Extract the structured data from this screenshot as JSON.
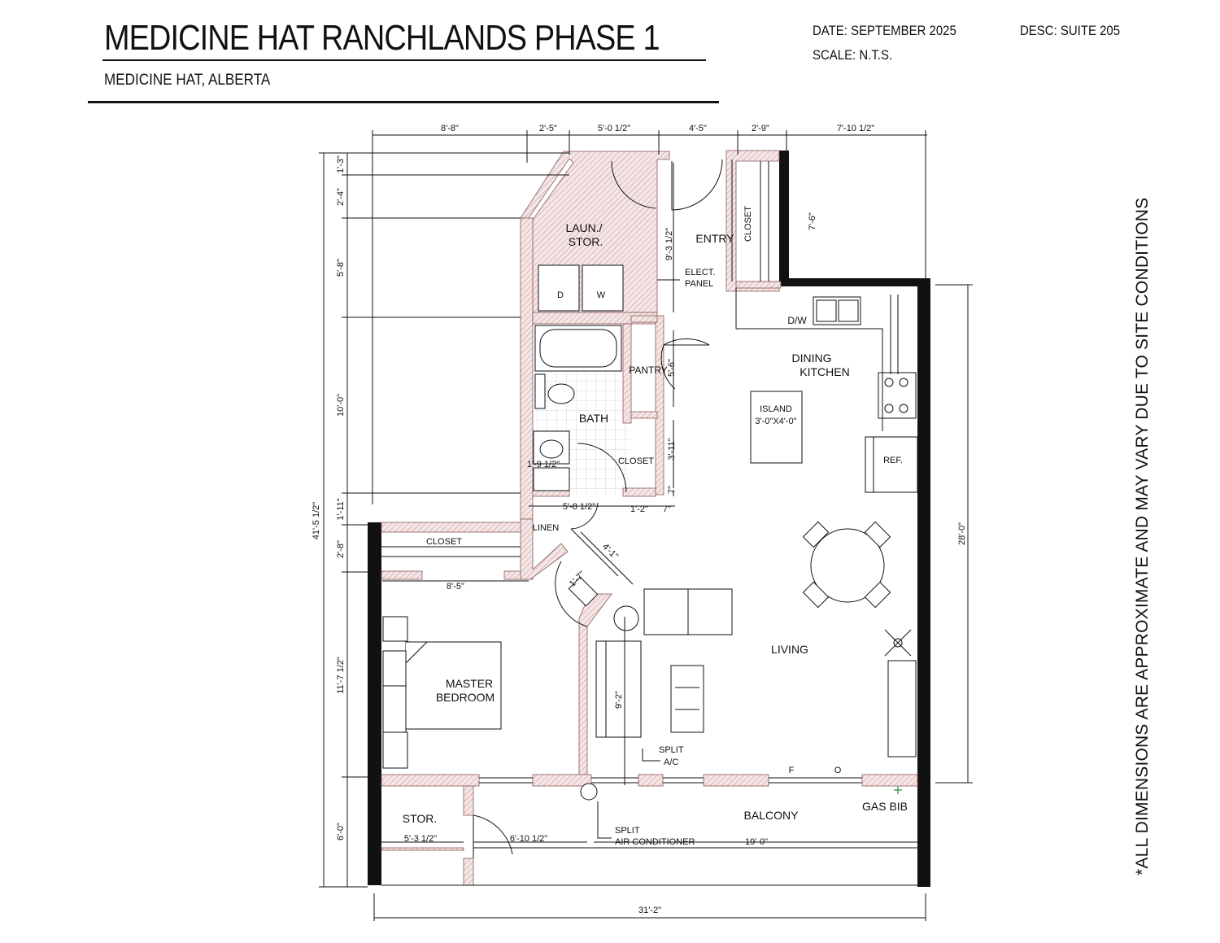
{
  "header": {
    "title": "MEDICINE HAT RANCHLANDS PHASE 1",
    "subtitle": "MEDICINE HAT, ALBERTA",
    "date": "DATE: SEPTEMBER 2025",
    "scale": "SCALE: N.T.S.",
    "desc": "DESC: SUITE 205"
  },
  "note": "*ALL DIMENSIONS ARE APPROXIMATE AND MAY VARY DUE TO SITE CONDITIONS",
  "rooms": {
    "laundry_1": "LAUN./",
    "laundry_2": "STOR.",
    "dryer": "D",
    "washer": "W",
    "entry": "ENTRY",
    "closet_entry": "CLOSET",
    "elect_1": "ELECT.",
    "elect_2": "PANEL",
    "dw": "D/W",
    "dining_1": "DINING",
    "dining_2": "KITCHEN",
    "pantry": "PANTRY",
    "bath": "BATH",
    "closet_hall": "CLOSET",
    "island_1": "ISLAND",
    "island_2": "3'-0\"X4'-0\"",
    "ref": "REF.",
    "linen": "LINEN",
    "closet_bed": "CLOSET",
    "living": "LIVING",
    "master_1": "MASTER",
    "master_2": "BEDROOM",
    "split_1": "SPLIT",
    "split_2": "A/C",
    "fireplace_f": "F",
    "fireplace_o": "O",
    "stor": "STOR.",
    "balcony": "BALCONY",
    "gas_bib": "GAS BIB",
    "split_ac_1": "SPLIT",
    "split_ac_2": "AIR CONDITIONER"
  },
  "dimensions": {
    "top_1": "8'-8\"",
    "top_2": "2'-5\"",
    "top_3": "5'-0 1/2\"",
    "top_4": "4'-5\"",
    "top_5": "2'-9\"",
    "top_6": "7'-10 1/2\"",
    "left_1": "1'-3\"",
    "left_2": "2'-4\"",
    "left_3": "5'-8\"",
    "left_4": "10'-0\"",
    "left_5": "1'-11\"",
    "left_6": "2'-8\"",
    "left_7": "11'-7 1/2\"",
    "left_8": "6'-0\"",
    "left_total": "41'-5 1/2\"",
    "right_total": "28'-0\"",
    "bottom_total": "31'-2\"",
    "entry_7_6": "7'-6\"",
    "laun_9_3": "9'-3 1/2\"",
    "pantry_5_6": "5'-6\"",
    "closet_3_11": "3'-11\"",
    "small_7": "7\"",
    "bath_1_9": "1'-9 1/2\"",
    "bath_5_8": "5'-8 1/2\"",
    "d_1_2": "1'-2\"",
    "d_7": "7\"",
    "hall_4_1": "4'-1\"",
    "hall_1_7": "1'-7\"",
    "closet_8_5": "8'-5\"",
    "living_9_2": "9'-2\"",
    "stor_5_3": "5'-3 1/2\"",
    "stor_6_10": "6'-10 1/2\"",
    "balcony_19": "19'-0\""
  }
}
